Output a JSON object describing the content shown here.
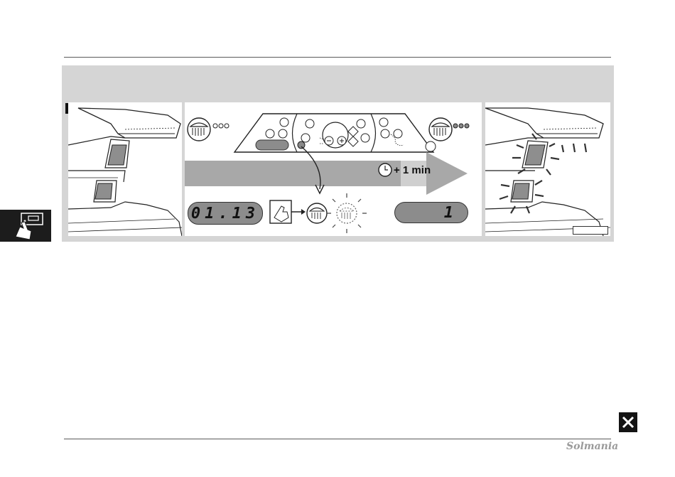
{
  "figure": {
    "timer_display": "01.13",
    "counter_display": "1",
    "time_increment_label": "+ 1 min"
  },
  "footer": {
    "brand": "Solmania"
  },
  "icons": {
    "side_tab": "control-panel-hand-icon",
    "close": "close-x-icon",
    "lamp": "facial-lamp-icon",
    "clock": "clock-icon",
    "hand_press": "hand-press-icon"
  },
  "colors": {
    "panel_bg": "#d5d5d5",
    "display_bg": "#8c8c8c",
    "arrow_bar": "#a8a8a8"
  }
}
